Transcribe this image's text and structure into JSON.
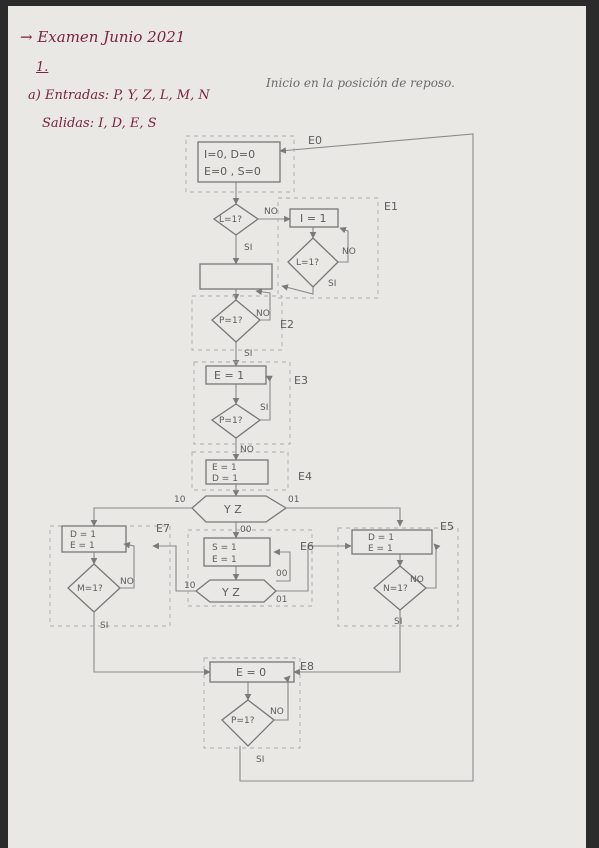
{
  "header": {
    "title": "→ Examen Junio 2021",
    "section": "1.",
    "inputs": "a) Entradas: P, Y, Z, L, M, N",
    "outputs": "Salidas: I, D, E, S",
    "note": "Inicio en la posición de reposo."
  },
  "states": {
    "e0": "E0",
    "e1": "E1",
    "e2": "E2",
    "e3": "E3",
    "e4": "E4",
    "e5": "E5",
    "e6": "E6",
    "e7": "E7",
    "e8": "E8"
  },
  "boxes": {
    "init_line1": "I=0, D=0",
    "init_line2": "E=0 , S=0",
    "i1": "I = 1",
    "e1_set": "E = 1",
    "e_d_line1": "E = 1",
    "e_d_line2": "D = 1",
    "left_line1": "D = 1",
    "left_line2": "E = 1",
    "mid_line1": "S = 1",
    "mid_line2": "E = 1",
    "right_line1": "D = 1",
    "right_line2": "E = 1",
    "e_zero": "E = 0"
  },
  "decisions": {
    "l1": "L=1?",
    "l1b": "L=1?",
    "p1": "P=1?",
    "p1b": "P=1?",
    "yz": "Y Z",
    "m1": "M=1?",
    "yz2": "Y Z",
    "n1": "N=1?",
    "p1c": "P=1?"
  },
  "labels": {
    "si": "SI",
    "no": "NO",
    "v10": "10",
    "v01": "01",
    "v00": "00"
  },
  "colors": {
    "ink_heading": "#7a2340",
    "pencil": "#777777",
    "paper": "#e9e8e4"
  }
}
